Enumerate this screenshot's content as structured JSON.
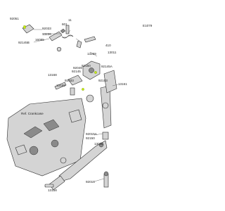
{
  "diagram": {
    "ref_code": "E1079",
    "ref_note": "Ref. Crankcase",
    "callouts": [
      "92051",
      "11",
      "601",
      "92033",
      "13236",
      "16085",
      "92145B",
      "13168",
      "92049",
      "13159",
      "92145",
      "92150",
      "13269",
      "410",
      "13011",
      "92145A",
      "92033",
      "92153",
      "13161",
      "92015A",
      "92150",
      "13040",
      "92015",
      "13158"
    ],
    "colors": {
      "highlight": "#c8f000",
      "part_fill": "#d4d4d4",
      "line": "#2b2b2b"
    }
  }
}
